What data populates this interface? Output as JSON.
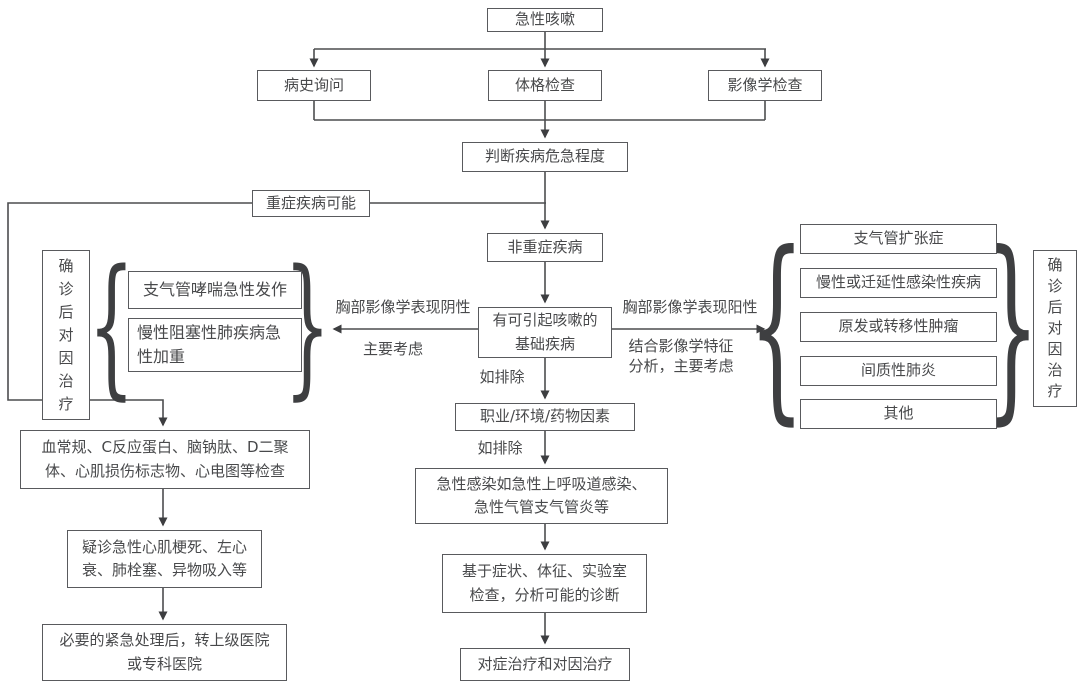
{
  "nodes": {
    "acute_cough": {
      "label": "急性咳嗽"
    },
    "history": {
      "label": "病史询问"
    },
    "physical_exam": {
      "label": "体格检查"
    },
    "imaging": {
      "label": "影像学检查"
    },
    "severity_judge": {
      "label": "判断疾病危急程度"
    },
    "severe_possible": {
      "label": "重症疾病可能"
    },
    "non_severe": {
      "label": "非重症疾病"
    },
    "underlying_disease": {
      "label": "有可引起咳嗽的\n基础疾病"
    },
    "asthma_attack": {
      "label": "支气管哮喘急性发作"
    },
    "copd_exacerbation": {
      "label": "慢性阻塞性肺疾病急\n性加重"
    },
    "left_causal_treat": {
      "label": "确诊后对因治疗"
    },
    "bronchiectasis": {
      "label": "支气管扩张症"
    },
    "chronic_infection": {
      "label": "慢性或迁延性感染性疾病"
    },
    "tumor": {
      "label": "原发或转移性肿瘤"
    },
    "interstitial_pneumonia": {
      "label": "间质性肺炎"
    },
    "other": {
      "label": "其他"
    },
    "right_causal_treat": {
      "label": "确诊后对因治疗"
    },
    "occupational_factors": {
      "label": "职业/环境/药物因素"
    },
    "acute_infection": {
      "label": "急性感染如急性上呼吸道感染、\n急性气管支气管炎等"
    },
    "diagnosis_analysis": {
      "label": "基于症状、体征、实验室\n检查，分析可能的诊断"
    },
    "final_treatment": {
      "label": "对症治疗和对因治疗"
    },
    "blood_tests": {
      "label": "血常规、C反应蛋白、脑钠肽、D二聚\n体、心肌损伤标志物、心电图等检查"
    },
    "suspected_diseases": {
      "label": "疑诊急性心肌梗死、左心\n衰、肺栓塞、异物吸入等"
    },
    "emergency_transfer": {
      "label": "必要的紧急处理后，转上级医院\n或专科医院"
    }
  },
  "edge_labels": {
    "imaging_negative": "胸部影像学表现阴性",
    "mainly_consider": "主要考虑",
    "imaging_positive": "胸部影像学表现阳性",
    "combine_imaging": "结合影像学特征\n分析，主要考虑",
    "if_excluded_1": "如排除",
    "if_excluded_2": "如排除"
  },
  "glyphs": {
    "open_brace": "{",
    "close_brace": "}"
  },
  "colors": {
    "background": "#ffffff",
    "box_border": "#595a5d",
    "line": "#4c4d4f",
    "text": "#48494b"
  }
}
